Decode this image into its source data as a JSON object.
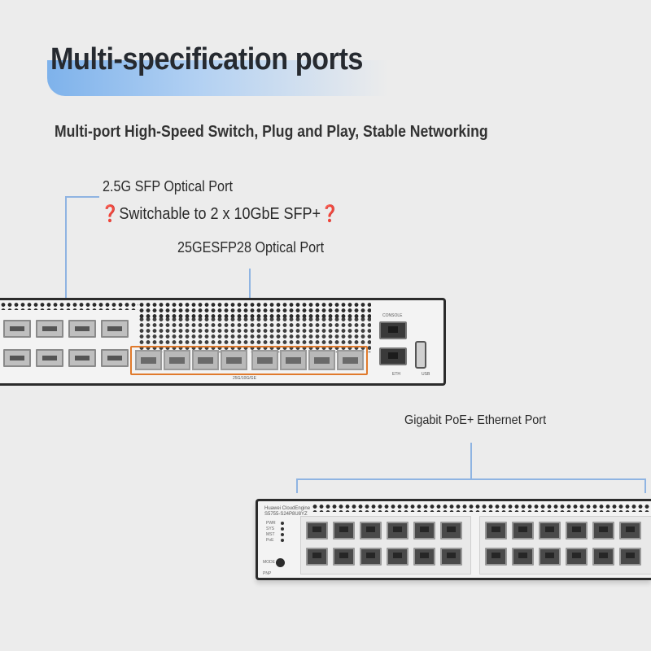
{
  "header": {
    "title": "Multi-specification ports",
    "subtitle": "Multi-port High-Speed Switch, Plug and Play, Stable Networking"
  },
  "callouts": {
    "sfp_line1": "2.5G SFP Optical Port",
    "sfp_line2": "❓Switchable to 2 x 10GbE SFP+❓",
    "sfp28": "25GESFP28 Optical Port",
    "poe": "Gigabit PoE+ Ethernet Port"
  },
  "top_switch": {
    "console_label": "CONSOLE",
    "eth_label": "ETH",
    "usb_label": "USB",
    "port_group_label": "25G/10G/GE"
  },
  "bottom_switch": {
    "brand": "Huawei CloudEngine",
    "model": "S5755-S24P8U8YZ",
    "leds": [
      "PWR",
      "SYS",
      "MST",
      "PoE"
    ],
    "mode_label": "MODE",
    "pnp_label": "PNP"
  },
  "colors": {
    "accent_blue": "#8fb4e2",
    "highlight_orange": "#e07a2c"
  }
}
